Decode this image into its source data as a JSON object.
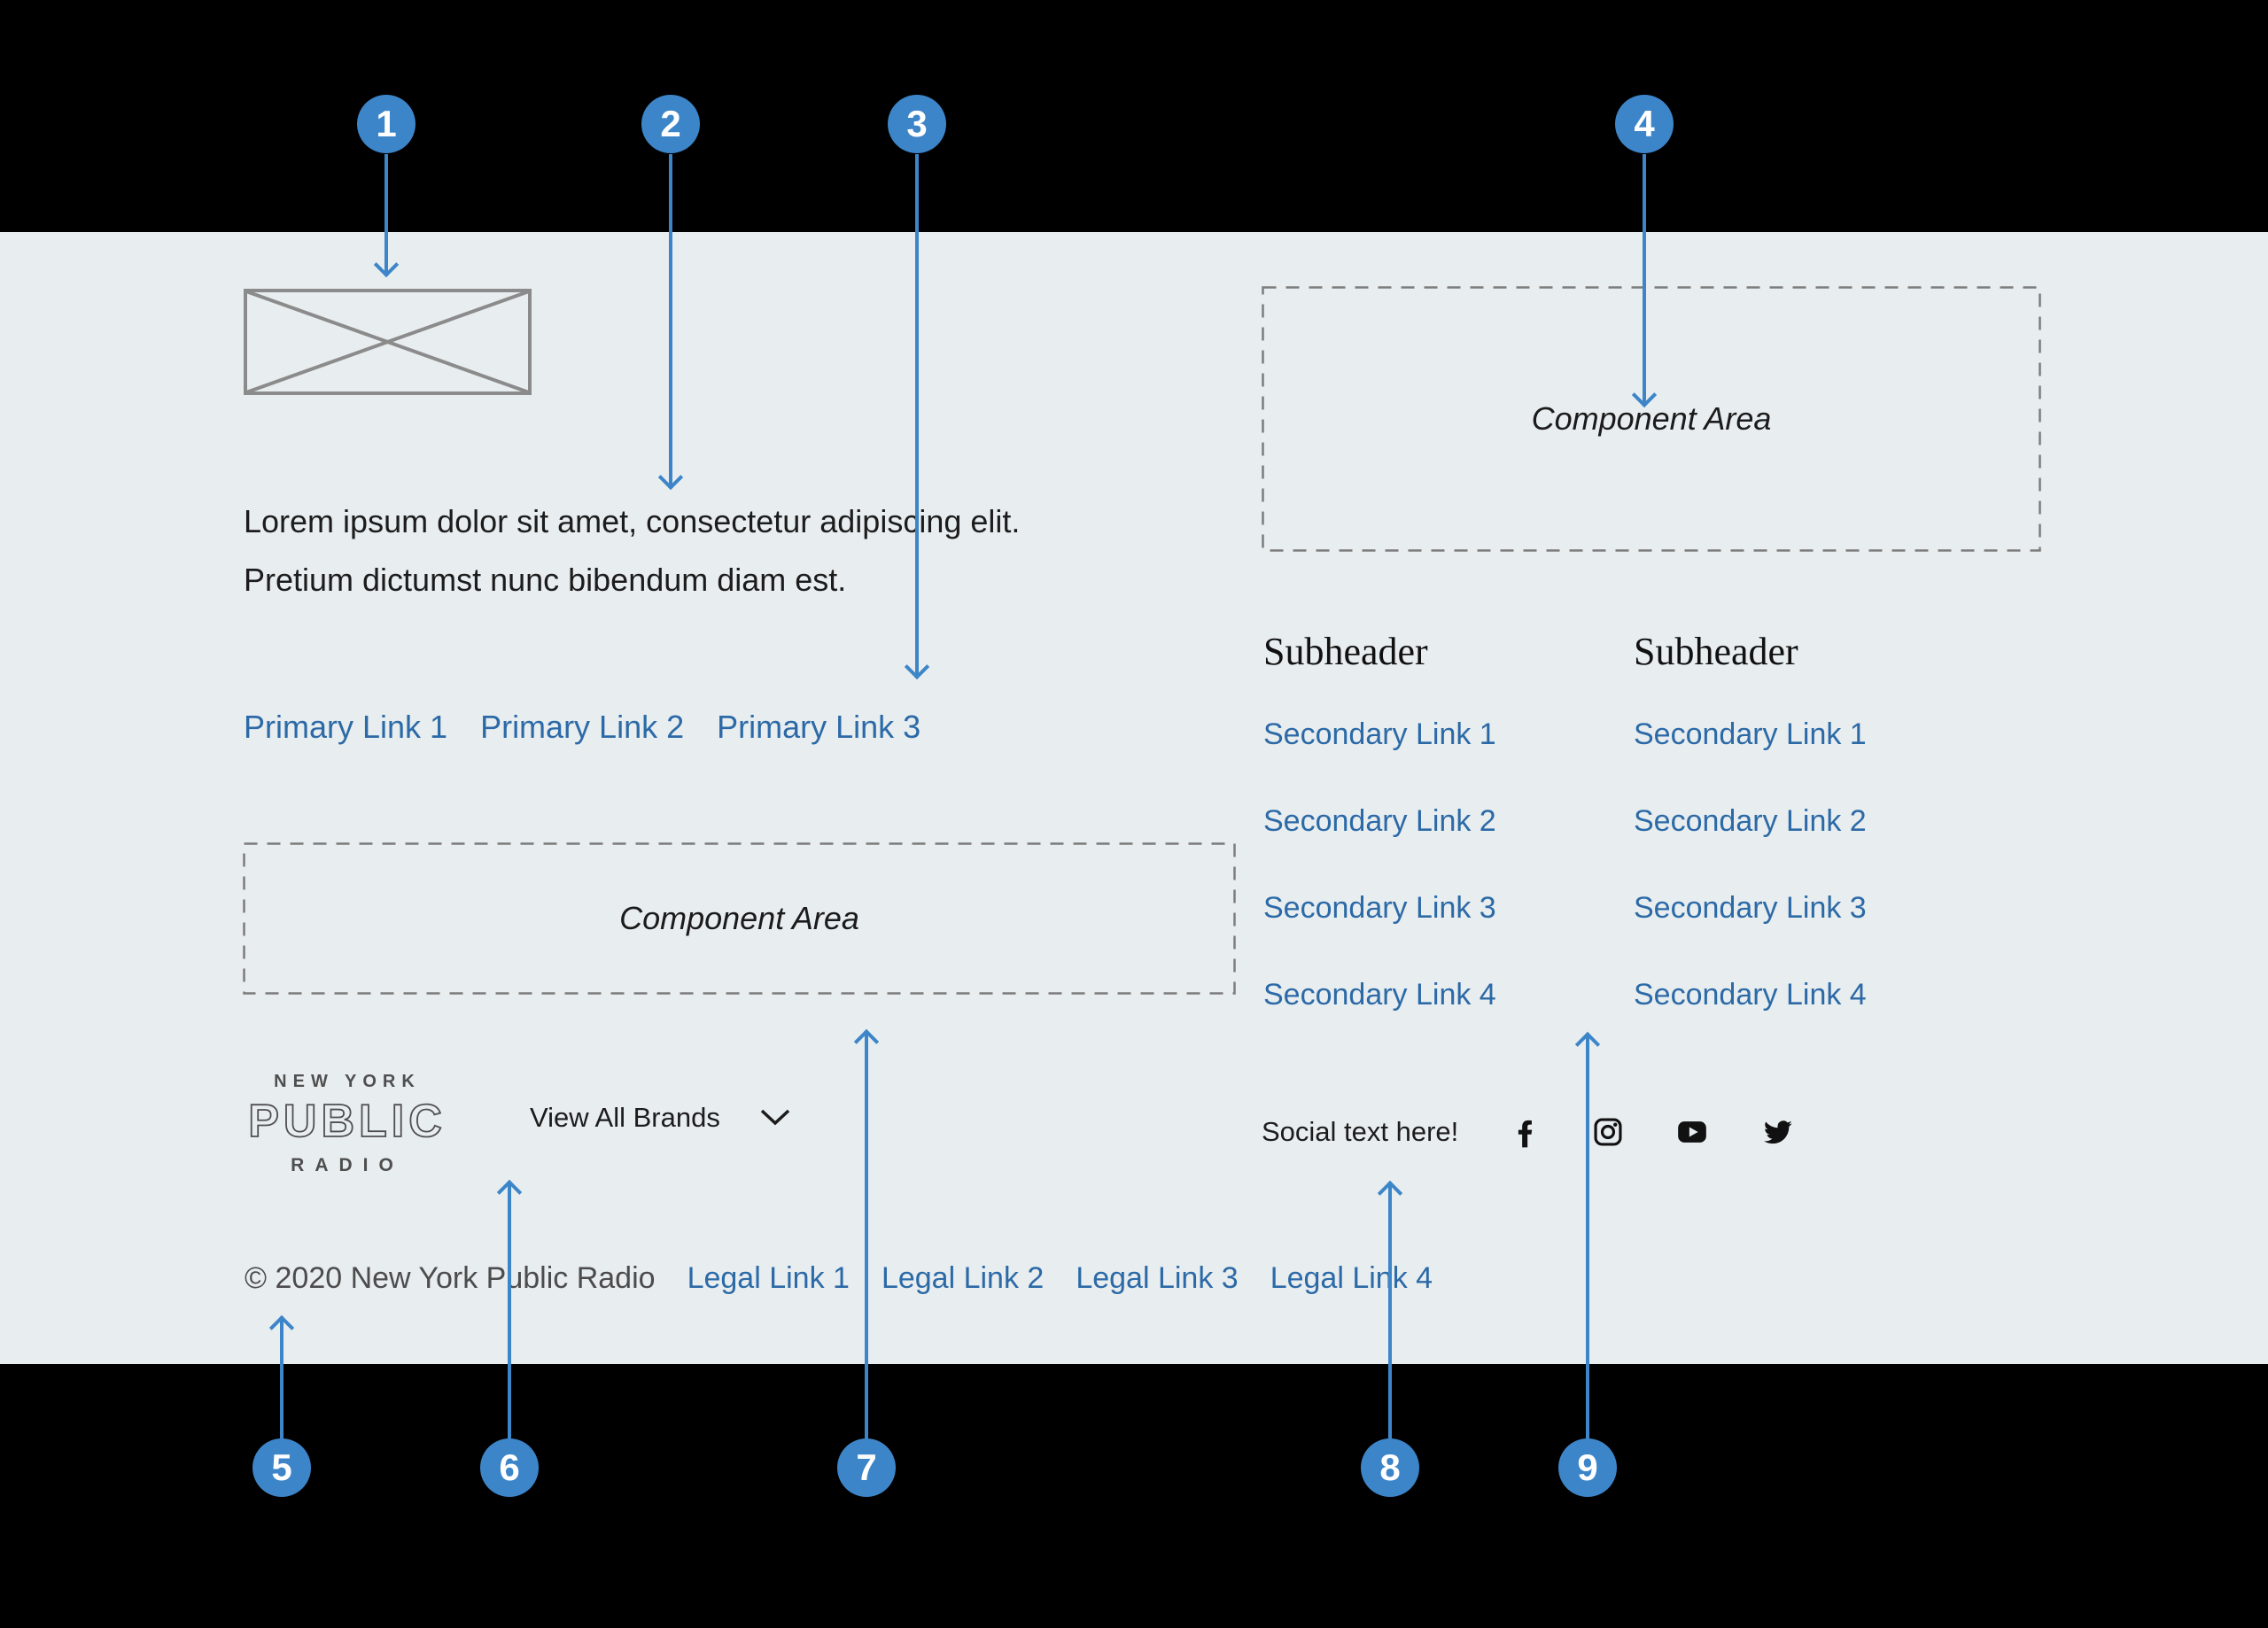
{
  "colors": {
    "background": "#e8edef",
    "band": "#000000",
    "annotation_blue": "#3d85c9",
    "link_blue": "#2c6aa7"
  },
  "annotations": [
    "1",
    "2",
    "3",
    "4",
    "5",
    "6",
    "7",
    "8",
    "9"
  ],
  "intro": {
    "line1": "Lorem ipsum dolor sit amet, consectetur adipiscing elit.",
    "line2": "Pretium dictumst nunc bibendum diam est."
  },
  "primary_links": [
    "Primary Link 1",
    "Primary Link 2",
    "Primary Link 3"
  ],
  "component_areas": {
    "left_label": "Component Area",
    "right_label": "Component Area"
  },
  "logo": {
    "line1": "NEW YORK",
    "line2": "PUBLIC",
    "line3": "RADIO"
  },
  "brands_dropdown": {
    "label": "View All Brands"
  },
  "legal": {
    "copyright": "© 2020 New York Public Radio",
    "links": [
      "Legal Link 1",
      "Legal Link 2",
      "Legal Link 3",
      "Legal Link 4"
    ]
  },
  "columns": [
    {
      "subheader": "Subheader",
      "links": [
        "Secondary Link 1",
        "Secondary Link 2",
        "Secondary Link 3",
        "Secondary Link 4"
      ]
    },
    {
      "subheader": "Subheader",
      "links": [
        "Secondary Link 1",
        "Secondary Link 2",
        "Secondary Link 3",
        "Secondary Link 4"
      ]
    }
  ],
  "social": {
    "label": "Social text here!",
    "icons": [
      "facebook",
      "instagram",
      "youtube",
      "twitter"
    ]
  }
}
